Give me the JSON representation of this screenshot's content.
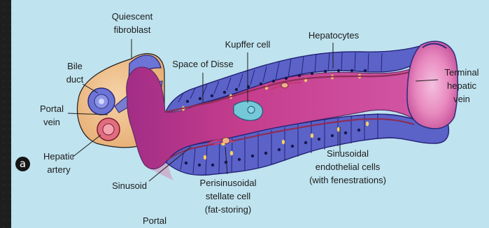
{
  "figure_label": "a",
  "labels": {
    "quiescent_fibroblast": [
      "Quiescent",
      "fibroblast"
    ],
    "bile_duct": [
      "Bile",
      "duct"
    ],
    "portal_vein": [
      "Portal",
      "vein"
    ],
    "hepatic_artery": [
      "Hepatic",
      "artery"
    ],
    "sinusoid": "Sinusoid",
    "portal": "Portal",
    "space_of_disse": "Space of Disse",
    "kupffer_cell": "Kupffer cell",
    "hepatocytes": "Hepatocytes",
    "terminal_hepatic_vein": [
      "Terminal",
      "hepatic",
      "vein"
    ],
    "sinusoidal_endothelial_cells": [
      "Sinusoidal",
      "endothelial cells",
      "(with fenestrations)"
    ],
    "perisinusoidal_stellate_cell": [
      "Perisinusoidal",
      "stellate cell",
      "(fat-storing)"
    ]
  },
  "colors": {
    "background": "#bfe3ef",
    "hepatocyte": "#5b63c8",
    "sinusoid": "#c2448f",
    "portal_tract": "#f3c38b",
    "outline": "#2c2b7c"
  }
}
